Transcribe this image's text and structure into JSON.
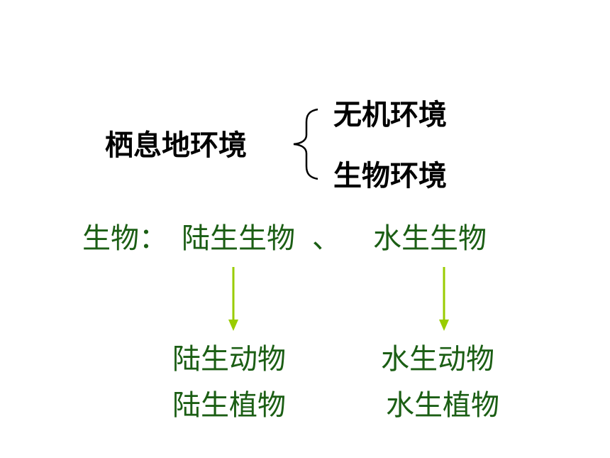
{
  "habitat": {
    "title": "栖息地环境",
    "branches": [
      "无机环境",
      "生物环境"
    ]
  },
  "organisms": {
    "label": "生物：",
    "terrestrial": "陆生生物",
    "separator": "、",
    "aquatic": "水生生物"
  },
  "terrestrial_types": [
    "陆生动物",
    "陆生植物"
  ],
  "aquatic_types": [
    "水生动物",
    "水生植物"
  ],
  "colors": {
    "heading_text": "#000000",
    "body_text": "#1b5e14",
    "arrow": "#99cc00"
  }
}
